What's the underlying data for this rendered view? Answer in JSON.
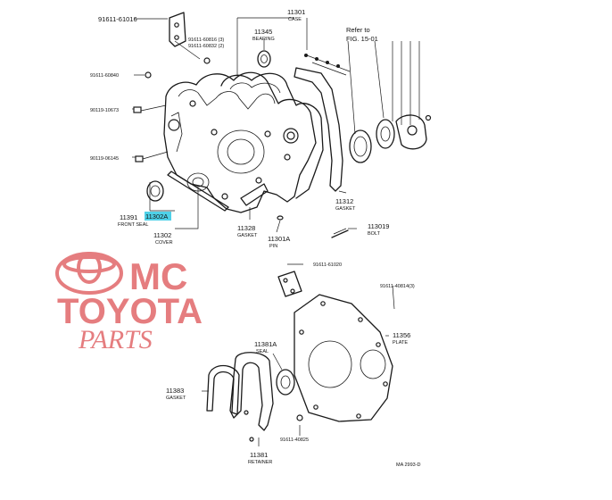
{
  "labels": {
    "p91611_61016": "91611-61016",
    "p11301": "11301",
    "case": "CASE",
    "refer_to": "Refer to",
    "fig_ref": "FIG. 15-01",
    "p91611_60816": "91611-60816 (3)",
    "p91611_60832": "91611-60832 (2)",
    "p11345": "11345",
    "bearing": "BEARING",
    "p91611_60840": "91611-60840",
    "p90119_10673": "90119-10673",
    "p90119_06145": "90119-06145",
    "p11391": "11391",
    "p11302a": "11302A",
    "front_seal": "FRONT SEAL",
    "p11302": "11302",
    "cover": "COVER",
    "p11328": "11328",
    "gasket_a": "GASKET",
    "p11301a": "11301A",
    "pin": "PIN",
    "p11312": "11312",
    "gasket_b": "GASKET",
    "p113019": "113019",
    "bolt": "BOLT",
    "p91611_61020": "91611-61020",
    "p91611_40814": "91611-40814(3)",
    "p11356": "11356",
    "plate": "PLATE",
    "p11381a": "11381A",
    "seal": "SEAL",
    "p11383": "11383",
    "gasket_c": "GASKET",
    "p91611_40825": "91611-40825",
    "p11381": "11381",
    "retainer": "RETAINER",
    "figure_code": "MA 2993-D"
  },
  "watermark": {
    "line1": "MC",
    "line2": "TOYOTA",
    "line3": "PARTS",
    "logo": "toyota-emblem",
    "color": "#e57d7f"
  },
  "highlight": {
    "part": "11302A",
    "color": "#4fd1e8"
  }
}
